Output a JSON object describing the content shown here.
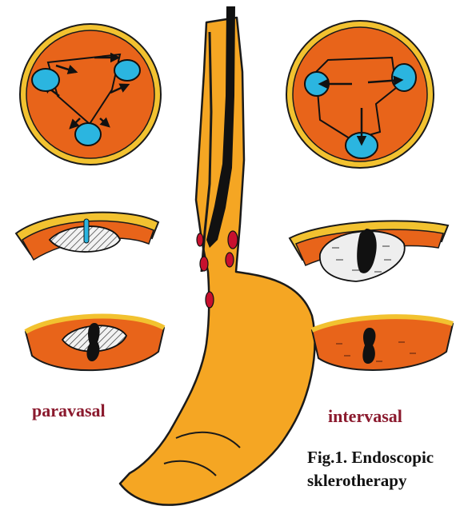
{
  "labels": {
    "left": "paravasal",
    "right": "intervasal"
  },
  "caption": {
    "line1": "Fig.1. Endoscopic",
    "line2": "sklerotherapy"
  },
  "colors": {
    "tissue_orange": "#e8641a",
    "rim_yellow": "#f2c230",
    "stomach_orange": "#f5a623",
    "varix_blue": "#2bb5e0",
    "outline": "#1a1a1a",
    "label_red": "#8b1a2e",
    "bleed_red": "#c8102e"
  },
  "icons": [
    "endoscope-icon",
    "injection-arrow-icon"
  ]
}
